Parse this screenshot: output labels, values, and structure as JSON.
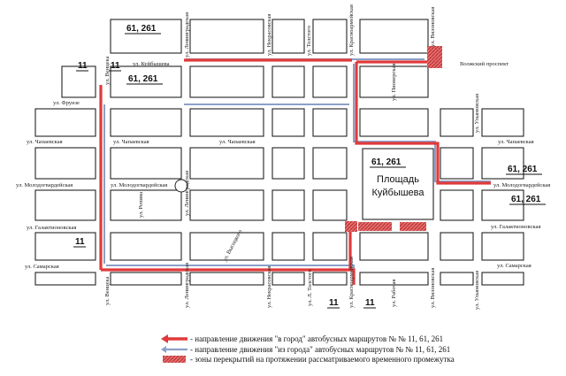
{
  "streets": {
    "kuibysheva": "ул. Куйбышева",
    "frunze": "ул. Фрунзе",
    "chapaevskaya_left": "ул. Чапаевская",
    "chapaevskaya_mid": "ул. Чапаевская",
    "chapaevskaya_center": "ул. Чапаевская",
    "chapaevskaya_right": "ул. Чапаевская",
    "molodogvardeyskaya_left": "ул. Молодогвардейская",
    "molodogvardeyskaya_mid": "ул. Молодогвардейская",
    "molodogvardeyskaya_right": "ул. Молодогвардейская",
    "galaktionovskaya_left": "ул. Галактионовская",
    "galaktionovskaya_right": "ул. Галактионовская",
    "samarskaya_left": "ул. Самарская",
    "samarskaya_right": "ул. Самарская",
    "venceka": "ул. Венцека",
    "venceka_bottom": "ул. Венцека",
    "leningradskaya_top": "ул. Ленинградская",
    "leningradskaya_mid": "ул. Ленинградская",
    "leningradskaya_bottom": "ул. Ленинградская",
    "nekrasovskaya_top": "ул. Некрасовская",
    "nekrasovskaya_bottom": "ул. Некрасовская",
    "tolstogo_top": "ул. Толстого",
    "tolstogo_bottom": "ул. Л. Толстого",
    "krasnoarmeyskaya_top": "ул. Красноармейская",
    "krasnoarmeyskaya_bottom": "ул. Красноармейская",
    "pioneerskaya": "ул. Пионерская",
    "rabochaya": "ул. Рабочая",
    "volzhskiy": "Волжский проспект",
    "vilonovskaya_top": "ул. Вилоновская",
    "vilonovskaya_bottom": "ул. Вилоновская",
    "ulyanovskaya_top": "ул. Ульяновская",
    "ulyanovskaya_bottom": "ул. Ульяновская",
    "repina": "ул. Репина",
    "vysotskogo": "ул. Высоцкого"
  },
  "square": {
    "line1": "Площадь",
    "line2": "Куйбышева"
  },
  "route_labels": {
    "r1": "11",
    "r2": "11",
    "r3": "11",
    "r4": "11",
    "r5": "11",
    "r6": "61, 261",
    "r7": "61, 261",
    "r8": "61, 261",
    "r9": "61, 261",
    "r10": "61, 261"
  },
  "legend": {
    "to_city": "- направление движения \"в город\" автобусных маршрутов № № 11, 61, 261",
    "from_city": "- направление движения \"из города\" автобусных маршрутов № № 11, 61, 261",
    "closures": "- зоны перекрытий на протяжении рассматриваемого временного промежутка"
  },
  "colors": {
    "route_to_city": "#e03a3a",
    "route_from_city": "#8aa0c8",
    "closure": "#e86a6a"
  }
}
